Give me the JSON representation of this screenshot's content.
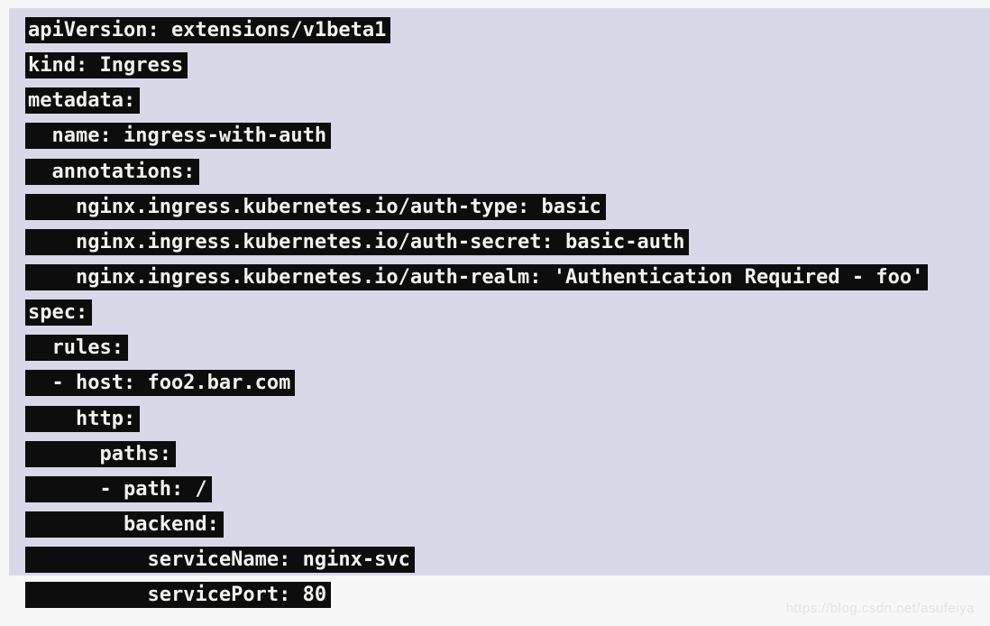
{
  "editor": {
    "language": "yaml",
    "selection_color": "#0d0d0d",
    "background_color": "#d8d8e9",
    "page_background": "#f7f7f8",
    "text_color": "#f1f1ee",
    "lines": [
      "apiVersion: extensions/v1beta1",
      "kind: Ingress",
      "metadata:",
      "  name: ingress-with-auth",
      "  annotations:",
      "    nginx.ingress.kubernetes.io/auth-type: basic",
      "    nginx.ingress.kubernetes.io/auth-secret: basic-auth",
      "    nginx.ingress.kubernetes.io/auth-realm: 'Authentication Required - foo'",
      "spec:",
      "  rules:",
      "  - host: foo2.bar.com",
      "    http:",
      "      paths:",
      "      - path: /",
      "        backend:",
      "          serviceName: nginx-svc",
      "          servicePort: 80"
    ]
  },
  "watermark": {
    "text": "https://blog.csdn.net/asufeiya",
    "color": "#e3e3e8"
  }
}
